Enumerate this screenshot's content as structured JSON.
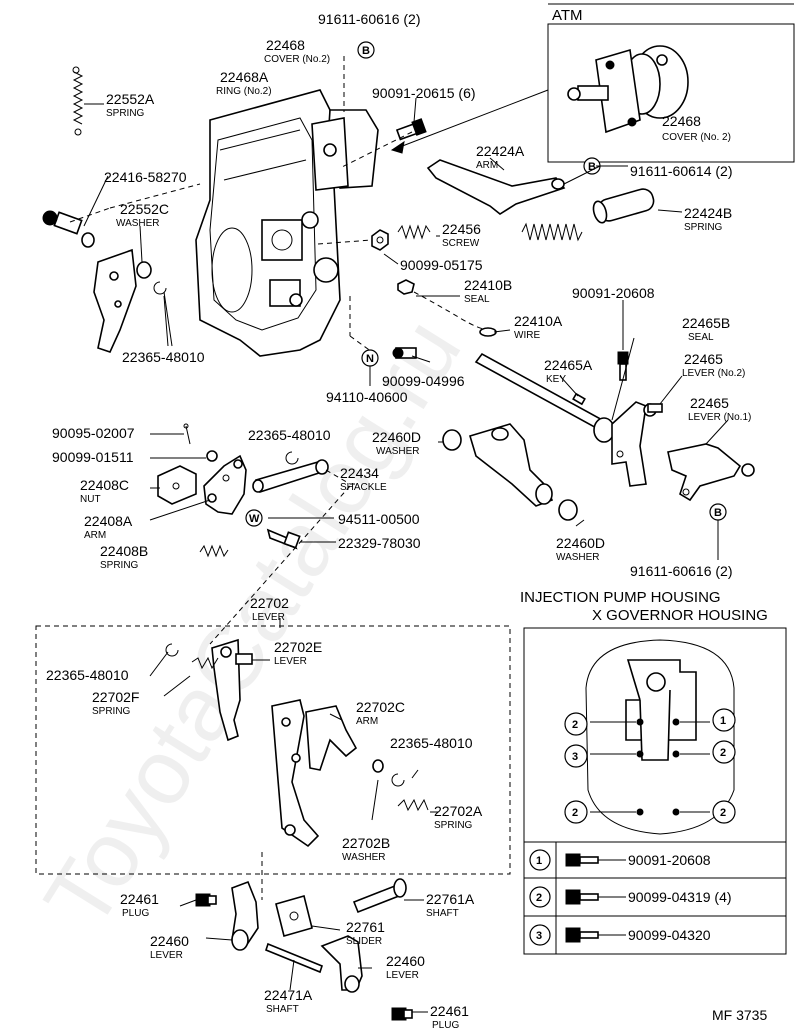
{
  "watermark": "ToyotaCatalog.ru",
  "atm": {
    "title": "ATM",
    "part": "22468",
    "name": "COVER (No. 2)"
  },
  "labels": {
    "p91611_60616_top": "91611-60616 (2)",
    "p22468": "22468",
    "p22468_sub": "COVER (No.2)",
    "p22468A": "22468A",
    "p22468A_sub": "RING (No.2)",
    "p90091_20615": "90091-20615 (6)",
    "p22552A": "22552A",
    "p22552A_sub": "SPRING",
    "p22416": "22416-58270",
    "p22552C": "22552C",
    "p22552C_sub": "WASHER",
    "p22424A": "22424A",
    "p22424A_sub": "ARM",
    "p91611_60614": "91611-60614 (2)",
    "p22424B": "22424B",
    "p22424B_sub": "SPRING",
    "p22456": "22456",
    "p22456_sub": "SCREW",
    "p90099_05175": "90099-05175",
    "p22410B": "22410B",
    "p22410B_sub": "SEAL",
    "p22410A": "22410A",
    "p22410A_sub": "WIRE",
    "p90091_20608": "90091-20608",
    "p22465B": "22465B",
    "p22465B_sub": "SEAL",
    "p22365_48010_a": "22365-48010",
    "p94110": "94110-40600",
    "p90099_04996": "90099-04996",
    "p22465A": "22465A",
    "p22465A_sub": "KEY",
    "p22465_2": "22465",
    "p22465_2_sub": "LEVER (No.2)",
    "p22465_1": "22465",
    "p22465_1_sub": "LEVER (No.1)",
    "p90095": "90095-02007",
    "p90099_01511": "90099-01511",
    "p22365_48010_b": "22365-48010",
    "p22460D_a": "22460D",
    "p22460D_a_sub": "WASHER",
    "p22408C": "22408C",
    "p22408C_sub": "NUT",
    "p22434": "22434",
    "p22434_sub": "SHACKLE",
    "p22408A": "22408A",
    "p22408A_sub": "ARM",
    "p94511": "94511-00500",
    "p22329": "22329-78030",
    "p22408B": "22408B",
    "p22408B_sub": "SPRING",
    "p22460D_b": "22460D",
    "p22460D_b_sub": "WASHER",
    "p91611_60616_bot": "91611-60616 (2)",
    "p22702": "22702",
    "p22702_sub": "LEVER",
    "p22365_48010_c": "22365-48010",
    "p22702E": "22702E",
    "p22702E_sub": "LEVER",
    "p22702F": "22702F",
    "p22702F_sub": "SPRING",
    "p22702C": "22702C",
    "p22702C_sub": "ARM",
    "p22365_48010_d": "22365-48010",
    "p22702A": "22702A",
    "p22702A_sub": "SPRING",
    "p22702B": "22702B",
    "p22702B_sub": "WASHER",
    "p22461_a": "22461",
    "p22461_a_sub": "PLUG",
    "p22761A": "22761A",
    "p22761A_sub": "SHAFT",
    "p22460_a": "22460",
    "p22460_a_sub": "LEVER",
    "p22761": "22761",
    "p22761_sub": "SLIDER",
    "p22460_b": "22460",
    "p22460_b_sub": "LEVER",
    "p22471A": "22471A",
    "p22471A_sub": "SHAFT",
    "p22461_b": "22461",
    "p22461_b_sub": "PLUG",
    "footer": "MF  3735"
  },
  "housing": {
    "title_line1": "INJECTION PUMP HOUSING",
    "title_line2": "X GOVERNOR HOUSING",
    "rows": [
      {
        "num": "1",
        "part": "90091-20608"
      },
      {
        "num": "2",
        "part": "90099-04319 (4)"
      },
      {
        "num": "3",
        "part": "90099-04320"
      }
    ]
  },
  "markers": {
    "b": "B",
    "n": "N",
    "w": "W"
  },
  "housing_callouts": [
    "2",
    "1",
    "3",
    "2",
    "2",
    "2"
  ]
}
